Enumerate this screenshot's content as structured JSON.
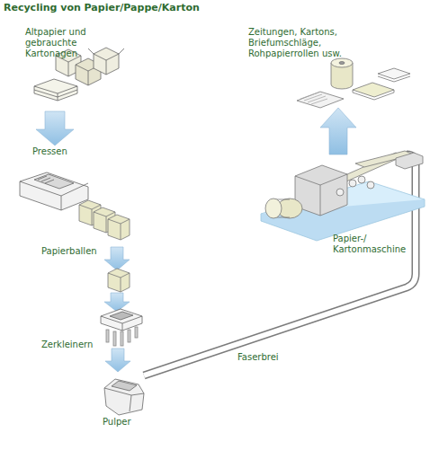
{
  "diagram": {
    "title": "Recycling von Papier/Pappe/Karton",
    "labels": [
      "Altpapier und gebrauchte Kartonagen",
      "Pressen",
      "Papierballen",
      "Zerkleinern",
      "Pulper",
      "Faserbrei",
      "Papier-/ Kartonmaschine",
      "Zeitungen, Kartons, Briefumschläge, Rohpapierrollen usw."
    ]
  }
}
